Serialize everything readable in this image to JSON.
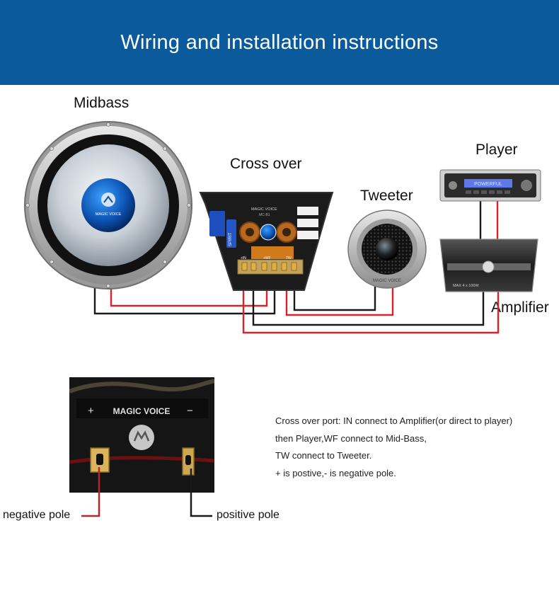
{
  "header": {
    "title": "Wiring and installation instructions"
  },
  "labels": {
    "midbass": "Midbass",
    "crossover": "Cross over",
    "tweeter": "Tweeter",
    "player": "Player",
    "amplifier": "Amplifier"
  },
  "product_text": {
    "brand": "MAGIC VOICE",
    "crossover_model": "MC-B1",
    "crossover_side_text": "SPIRIT",
    "player_display": "POWERFUL",
    "amplifier_model": "MAX 4 x 100W",
    "tweeter_brand": "MAGIC VOICE",
    "terminal_plus": "+IN",
    "terminal_wf": "+WF",
    "terminal_tw": "TW"
  },
  "closeup": {
    "brand": "MAGIC VOICE",
    "plus_sign": "+",
    "minus_sign": "−"
  },
  "instructions": {
    "line1": "Cross over port: IN connect to Amplifier(or direct to player)",
    "line2": "then Player,WF connect to Mid-Bass,",
    "line3": "TW connect to Tweeter.",
    "line4": "+ is postive,- is negative pole."
  },
  "poles": {
    "negative": "negative pole",
    "positive": "positive pole"
  },
  "colors": {
    "header_bg": "#0a5a9c",
    "wire_red": "#d9222a",
    "wire_black": "#1a1a1a"
  }
}
